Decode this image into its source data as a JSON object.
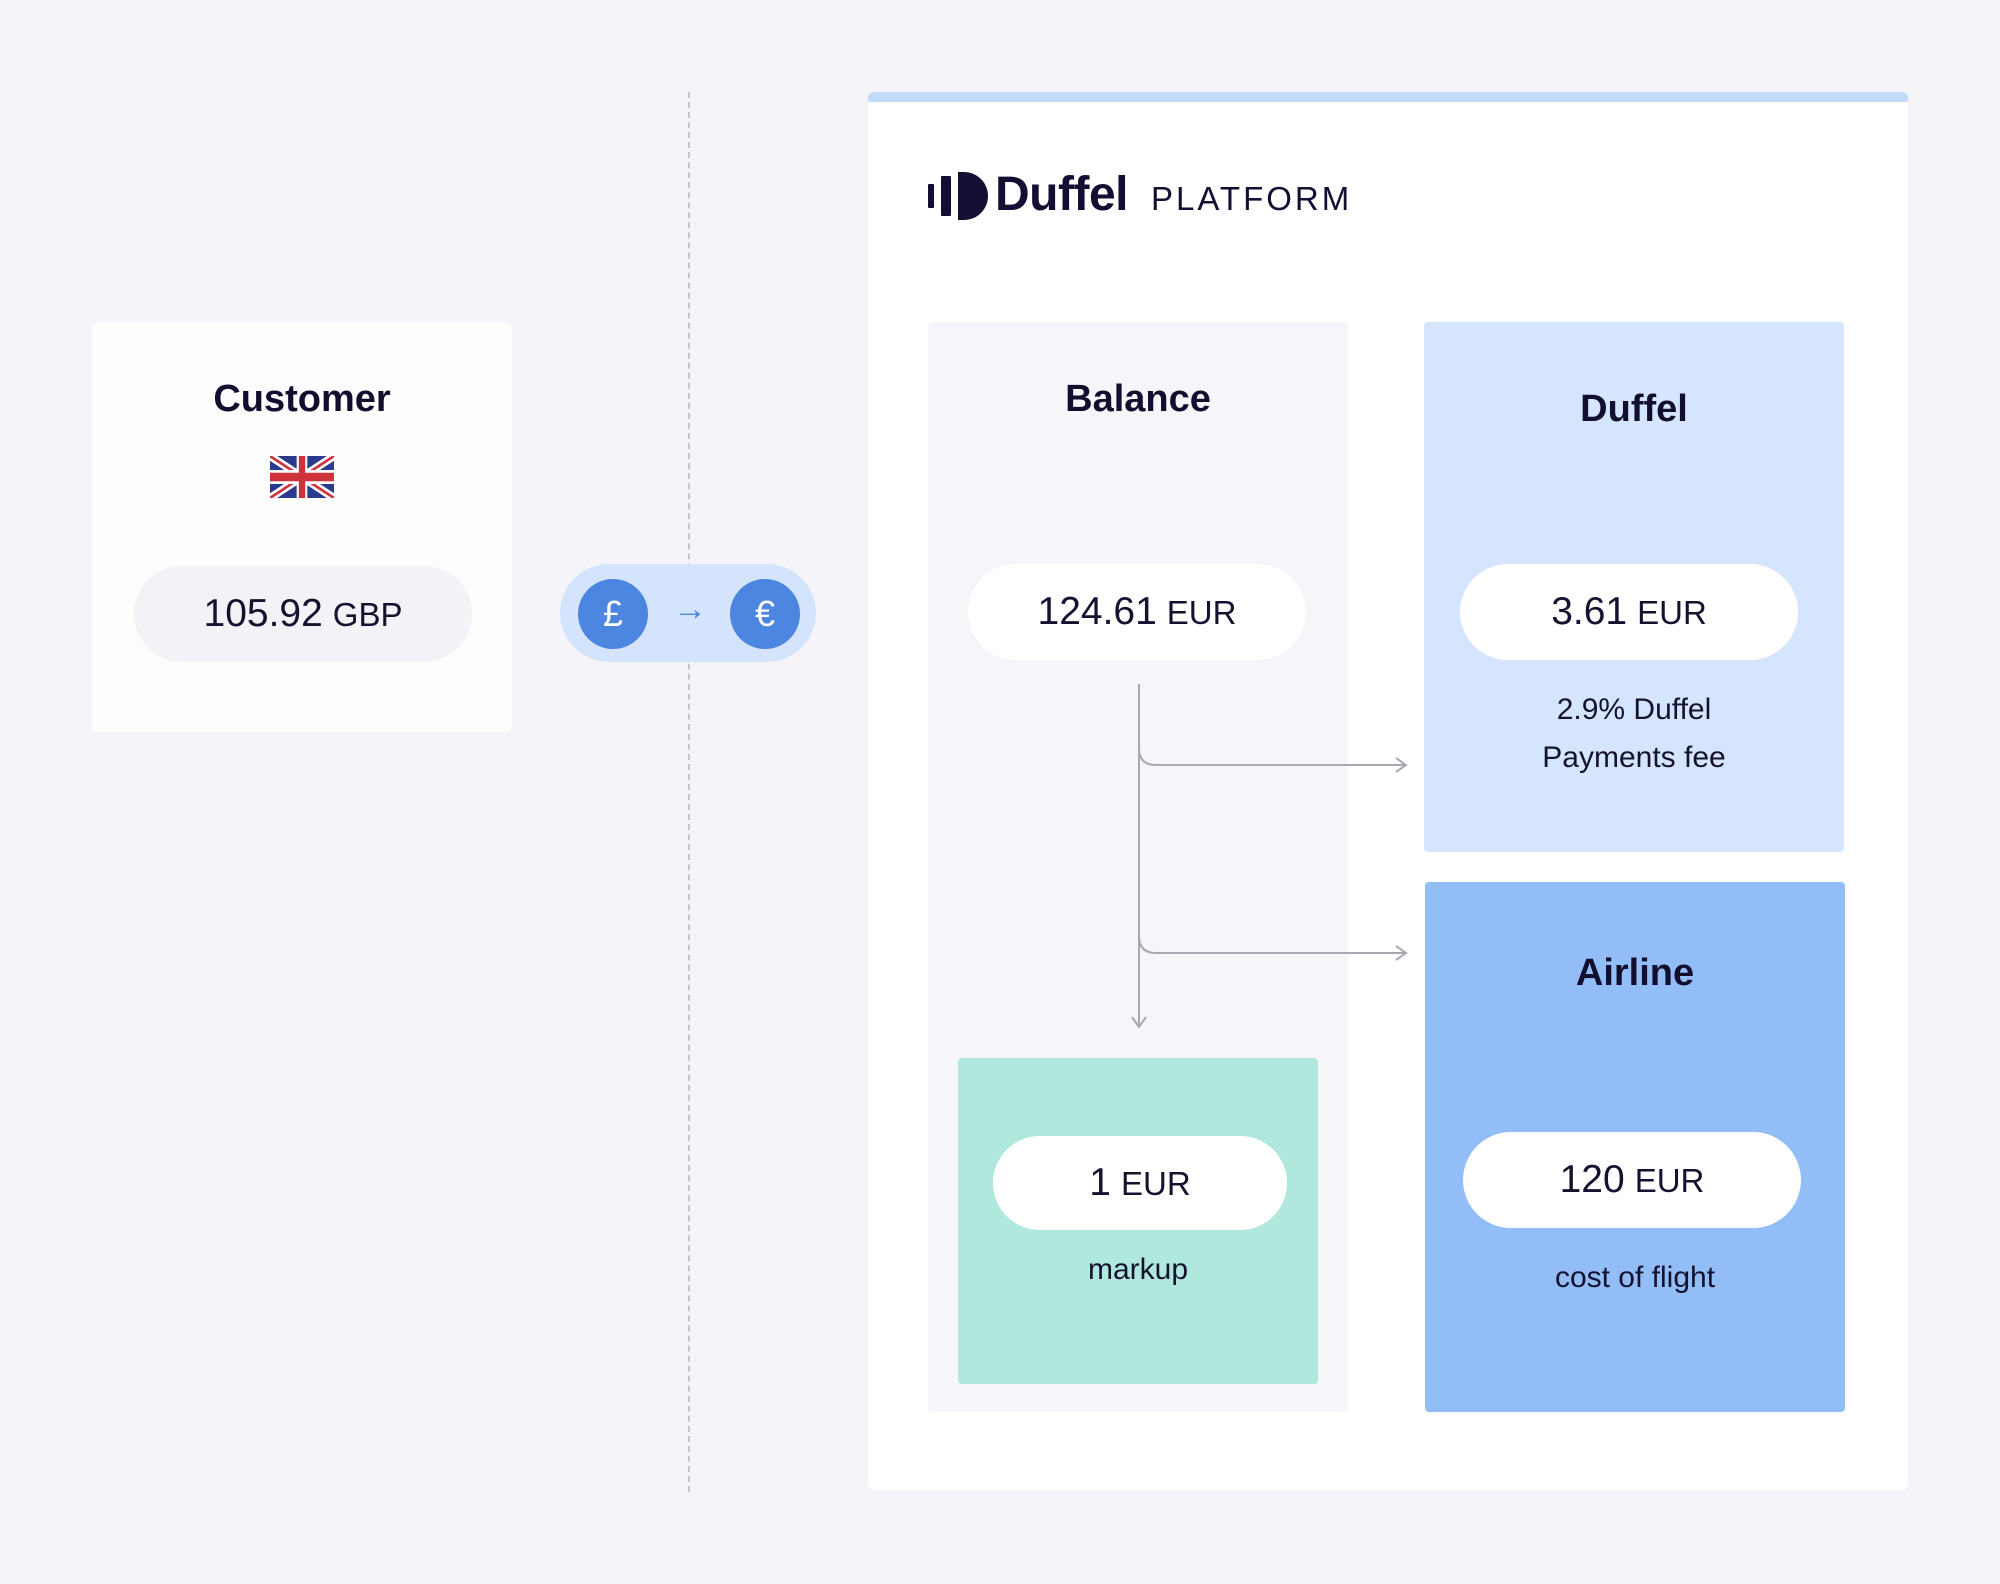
{
  "customer": {
    "title": "Customer",
    "amount": "105.92",
    "currency": "GBP",
    "flag_icon": "uk-flag-icon"
  },
  "conversion": {
    "from_symbol": "£",
    "to_symbol": "€",
    "arrow": "→"
  },
  "platform": {
    "brand": "Duffel",
    "label": "PLATFORM"
  },
  "balance": {
    "title": "Balance",
    "amount": "124.61",
    "currency": "EUR"
  },
  "duffel": {
    "title": "Duffel",
    "amount": "3.61",
    "currency": "EUR",
    "caption_line1": "2.9% Duffel",
    "caption_line2": "Payments fee"
  },
  "airline": {
    "title": "Airline",
    "amount": "120",
    "currency": "EUR",
    "caption": "cost of flight"
  },
  "markup": {
    "amount": "1",
    "currency": "EUR",
    "caption": "markup"
  },
  "colors": {
    "background": "#f5f4f9",
    "converter": "#d4e4fc",
    "coin": "#4d86e0",
    "duffel_box": "#d5e5fd",
    "airline_box": "#93bdf7",
    "markup_box": "#b1e8de",
    "text": "#110e2e"
  }
}
